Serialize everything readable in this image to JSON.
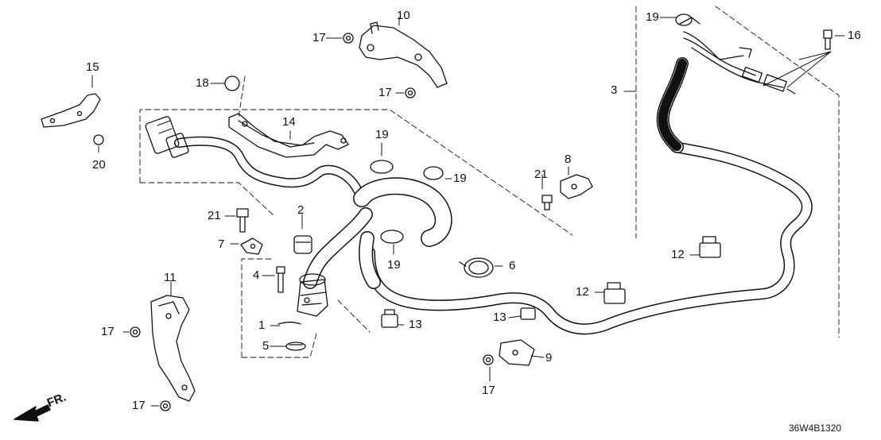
{
  "diagram": {
    "code": "36W4B1320",
    "direction_label": "FR.",
    "callouts": [
      {
        "id": "c1",
        "label": "1"
      },
      {
        "id": "c2",
        "label": "2"
      },
      {
        "id": "c3",
        "label": "3"
      },
      {
        "id": "c4",
        "label": "4"
      },
      {
        "id": "c5",
        "label": "5"
      },
      {
        "id": "c6",
        "label": "6"
      },
      {
        "id": "c7",
        "label": "7"
      },
      {
        "id": "c8",
        "label": "8"
      },
      {
        "id": "c9",
        "label": "9"
      },
      {
        "id": "c10",
        "label": "10"
      },
      {
        "id": "c11",
        "label": "11"
      },
      {
        "id": "c12a",
        "label": "12"
      },
      {
        "id": "c12b",
        "label": "12"
      },
      {
        "id": "c13a",
        "label": "13"
      },
      {
        "id": "c13b",
        "label": "13"
      },
      {
        "id": "c14",
        "label": "14"
      },
      {
        "id": "c15",
        "label": "15"
      },
      {
        "id": "c16",
        "label": "16"
      },
      {
        "id": "c17a",
        "label": "17"
      },
      {
        "id": "c17b",
        "label": "17"
      },
      {
        "id": "c17c",
        "label": "17"
      },
      {
        "id": "c17d",
        "label": "17"
      },
      {
        "id": "c17e",
        "label": "17"
      },
      {
        "id": "c18",
        "label": "18"
      },
      {
        "id": "c19a",
        "label": "19"
      },
      {
        "id": "c19b",
        "label": "19"
      },
      {
        "id": "c19c",
        "label": "19"
      },
      {
        "id": "c19d",
        "label": "19"
      },
      {
        "id": "c20",
        "label": "20"
      },
      {
        "id": "c21a",
        "label": "21"
      },
      {
        "id": "c21b",
        "label": "21"
      }
    ]
  }
}
